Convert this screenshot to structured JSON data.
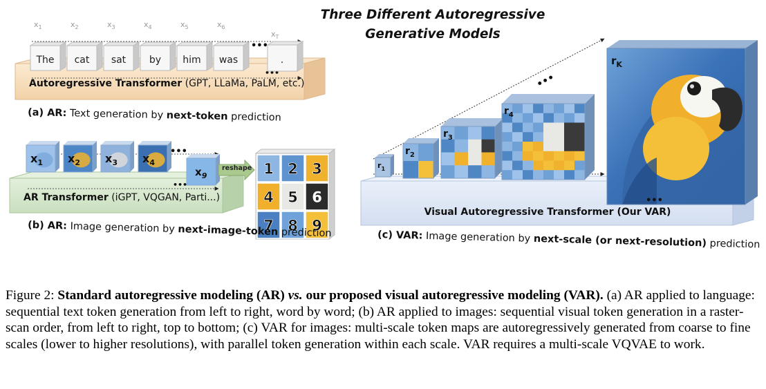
{
  "title": {
    "line1": "Three  Different  Autoregressive",
    "line2": "Generative  Models"
  },
  "panel_a": {
    "tokens": [
      {
        "sub": "1",
        "word": "The"
      },
      {
        "sub": "2",
        "word": "cat"
      },
      {
        "sub": "3",
        "word": "sat"
      },
      {
        "sub": "4",
        "word": "by"
      },
      {
        "sub": "5",
        "word": "him"
      },
      {
        "sub": "6",
        "word": "was"
      }
    ],
    "last_token": {
      "sub": "T",
      "word": "."
    },
    "ellipsis": "•••",
    "block_bold": "Autoregressive Transformer",
    "block_rest": " (GPT, LLaMa, PaLM, etc.)",
    "caption_tag": "(a) AR:",
    "caption_pre": " Text generation by ",
    "caption_bold": "next-token",
    "caption_post": " prediction"
  },
  "panel_b": {
    "tokens": [
      "1",
      "2",
      "3",
      "4"
    ],
    "last_token": "9",
    "ellipsis": "•••",
    "reshape_label": "reshape",
    "grid_numbers": [
      "1",
      "2",
      "3",
      "4",
      "5",
      "6",
      "7",
      "8",
      "9"
    ],
    "block_bold": "AR Transformer",
    "block_rest": " (iGPT, VQGAN, Parti...)",
    "caption_tag": "(b) AR:",
    "caption_pre": " Image generation by ",
    "caption_bold": "next-image-token",
    "caption_post": " prediction"
  },
  "panel_c": {
    "maps": [
      {
        "sub": "1"
      },
      {
        "sub": "2"
      },
      {
        "sub": "3"
      },
      {
        "sub": "4"
      }
    ],
    "final_map": {
      "sub": "K"
    },
    "ellipsis": "•••",
    "block_label": "Visual Autoregressive Transformer  (Our VAR)",
    "caption_tag": "(c) VAR:",
    "caption_pre": " Image generation by ",
    "caption_bold": "next-scale (or next-resolution)",
    "caption_post": " prediction"
  },
  "colors": {
    "ar_block": "#f6e2c6",
    "ar_block_edge": "#e6b98a",
    "ar_image_block": "#d8e8d0",
    "var_block": "#dfe8f6",
    "var_block_edge": "#aebfdc",
    "parrot_blue": "#4f86c4",
    "parrot_yellow": "#f3b62b",
    "parrot_dark": "#2a2a2a"
  },
  "caption": {
    "label": "Figure 2: ",
    "bold_part1": "Standard autoregressive modeling (AR) ",
    "italic_vs": "vs.",
    "bold_part2": " our proposed visual autoregressive modeling (VAR).",
    "body": " (a) AR applied to language: sequential text token generation from left to right, word by word; (b) AR applied to images: sequential visual token generation in a raster-scan order, from left to right, top to bottom; (c) VAR for images: multi-scale token maps are autoregressively generated from coarse to fine scales (lower to higher resolutions), with parallel token generation within each scale. VAR requires a multi-scale VQVAE to work."
  }
}
